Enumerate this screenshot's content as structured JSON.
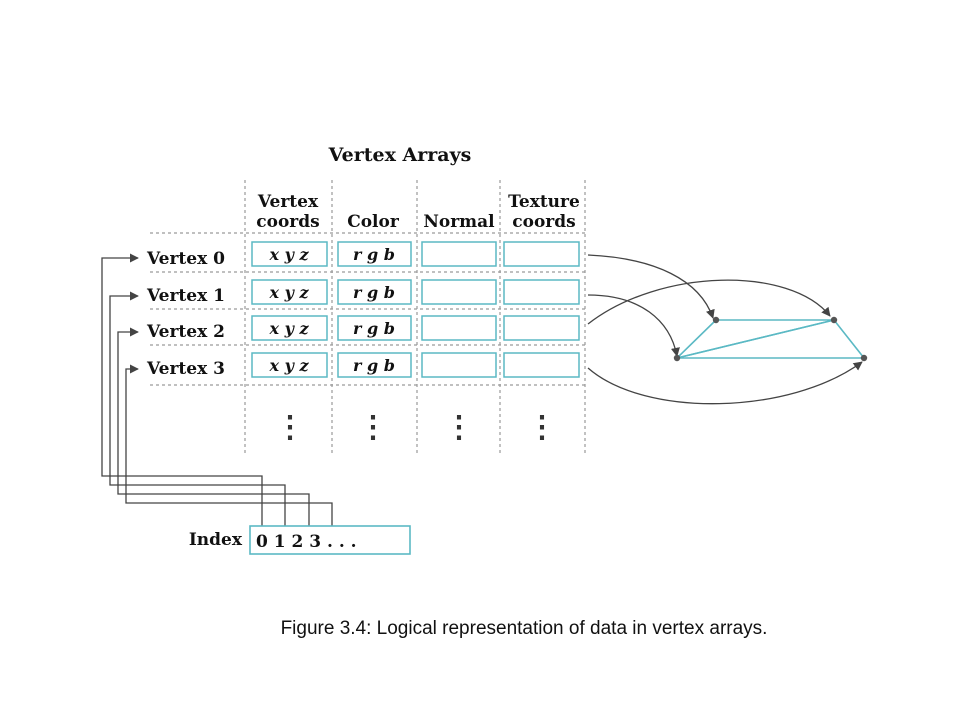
{
  "title": "Vertex Arrays",
  "columns": [
    {
      "line1": "Vertex",
      "line2": "coords",
      "cell": "x y z"
    },
    {
      "line1": "",
      "line2": "Color",
      "cell": "r g b"
    },
    {
      "line1": "",
      "line2": "Normal",
      "cell": ""
    },
    {
      "line1": "Texture",
      "line2": "coords",
      "cell": ""
    }
  ],
  "rows": [
    "Vertex 0",
    "Vertex 1",
    "Vertex 2",
    "Vertex 3"
  ],
  "ellipsis": "⋮",
  "index": {
    "label": "Index",
    "values": "0 1 2 3 . . ."
  },
  "caption": "Figure 3.4: Logical representation of data in vertex arrays.",
  "colors": {
    "accent": "#5bb9c4",
    "line": "#444444",
    "dash": "#9a9a9a",
    "text": "#111111"
  }
}
